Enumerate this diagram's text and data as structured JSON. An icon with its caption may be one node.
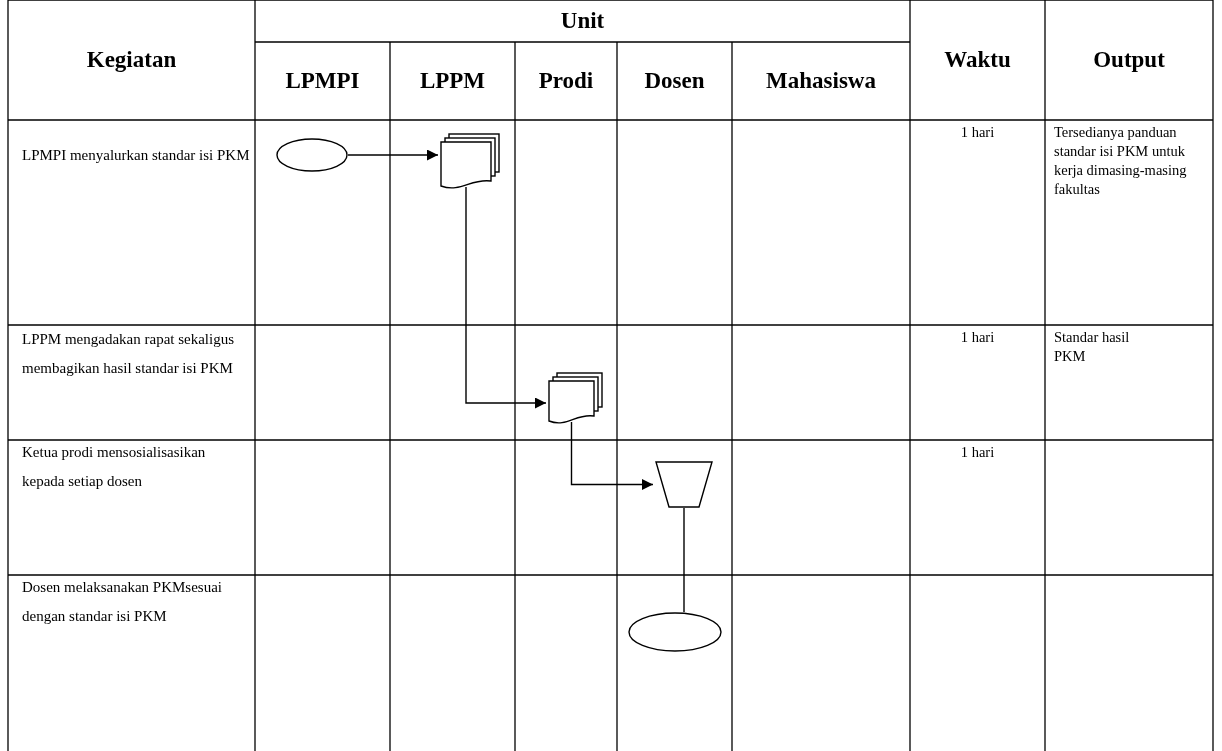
{
  "diagram": {
    "nodes": [
      {
        "text": [],
        "shape": "ellipse"
      },
      {
        "text": [],
        "shape": "document"
      },
      {
        "text": [],
        "shape": "document"
      },
      {
        "text": [],
        "shape": "trapezoid"
      },
      {
        "text": [],
        "shape": "ellipse"
      }
    ],
    "edges": [
      {
        "from": 0,
        "to": 1,
        "arrow": "to"
      },
      {
        "from": 1,
        "to": 2,
        "arrow": "to"
      },
      {
        "from": 2,
        "to": 3,
        "arrow": "to"
      },
      {
        "from": 3,
        "to": 4,
        "arrow": "none"
      }
    ],
    "labels": [
      "Kegiatan",
      "Unit",
      "Waktu",
      "Output",
      "LPMPI",
      "LPPM",
      "Prodi",
      "Dosen",
      "Mahasiswa",
      "LPMPI menyalurkan standar isi PKM",
      "1 hari",
      "Tersedianya panduan standar isi PKM untuk kerja dimasing-masing fakultas",
      "LPPM mengadakan rapat sekaligus membagikan hasil standar isi PKM",
      "1 hari",
      "Standar hasil PKM",
      "Ketua prodi mensosialisasikan kepada setiap dosen",
      "1 hari",
      "Dosen melaksanakan PKMsesuai dengan standar isi PKM"
    ]
  }
}
